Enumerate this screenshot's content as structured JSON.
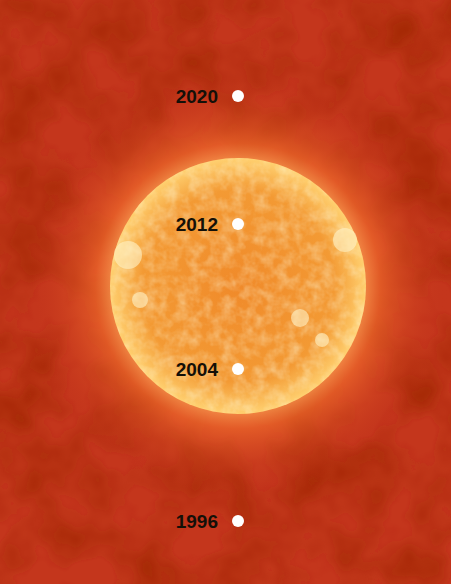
{
  "diagram": {
    "labels": [
      "2020",
      "2012",
      "2004",
      "1996"
    ]
  }
}
